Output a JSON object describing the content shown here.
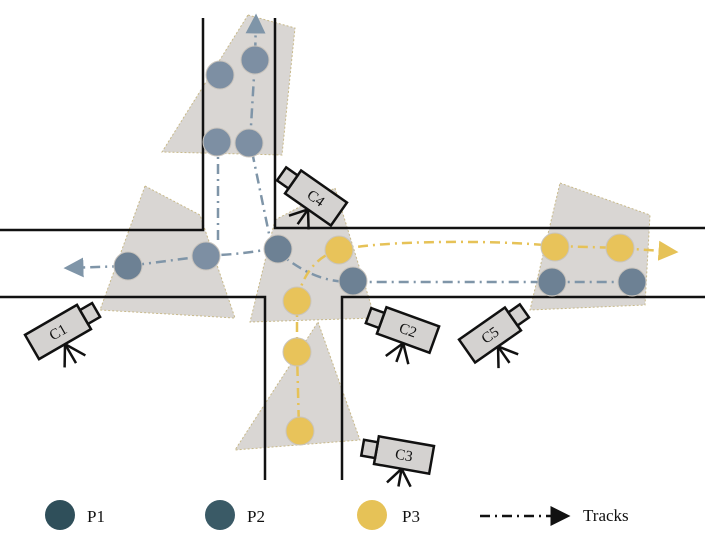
{
  "colors": {
    "p1": "#2f4f5a",
    "p2": "#3a5a66",
    "p3": "#e6c257",
    "p1_track": "#7f95a8",
    "p3_track": "#e6c257",
    "observed_gray": "#7d8fa3",
    "observed_yellow": "#e8c35a"
  },
  "cameras": [
    {
      "id": "c1",
      "label": "C1"
    },
    {
      "id": "c2",
      "label": "C2"
    },
    {
      "id": "c3",
      "label": "C3"
    },
    {
      "id": "c4",
      "label": "C4"
    },
    {
      "id": "c5",
      "label": "C5"
    }
  ],
  "legend": {
    "p1_label": "P1",
    "p2_label": "P2",
    "p3_label": "P3",
    "tracks_label": "Tracks",
    "tracks_icon": "dash-dot-arrow"
  }
}
